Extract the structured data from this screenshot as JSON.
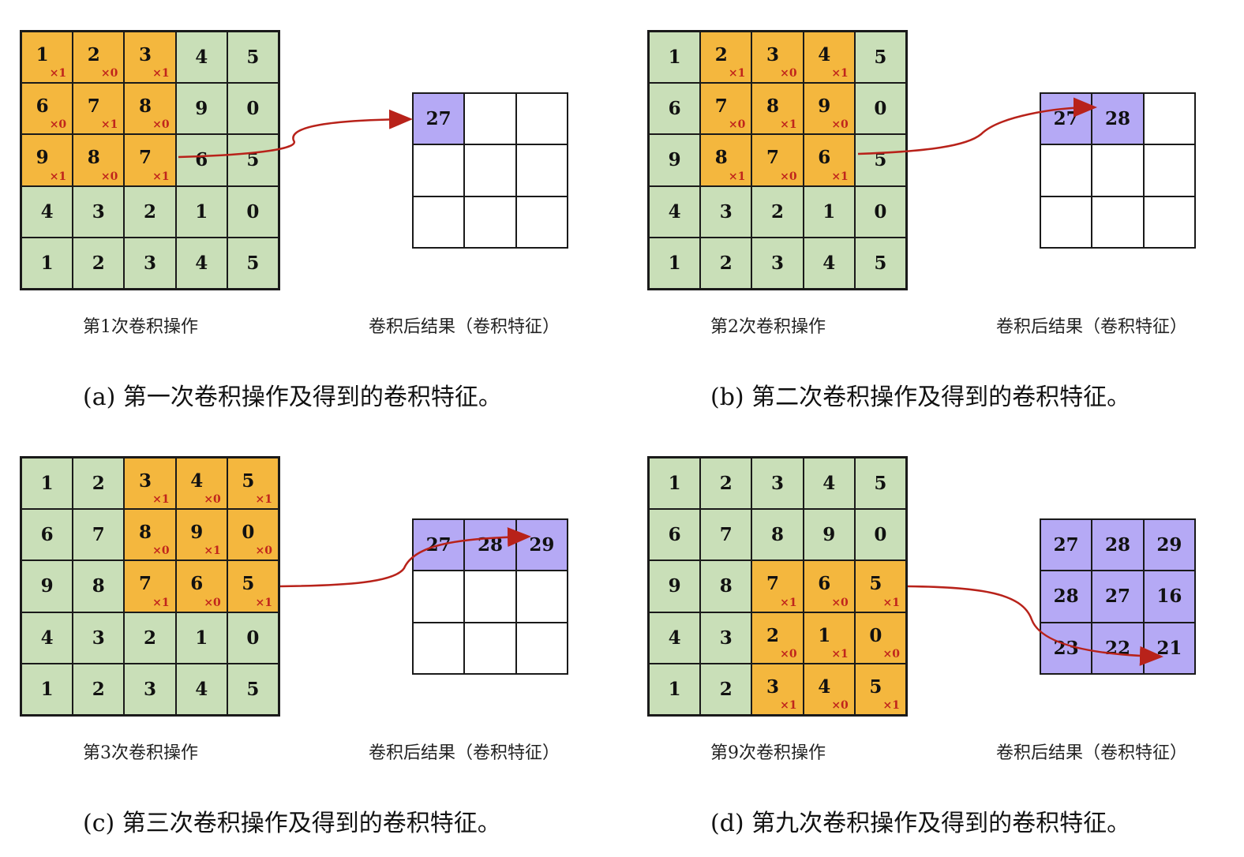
{
  "input_grid": [
    [
      "1",
      "2",
      "3",
      "4",
      "5"
    ],
    [
      "6",
      "7",
      "8",
      "9",
      "0"
    ],
    [
      "9",
      "8",
      "7",
      "6",
      "5"
    ],
    [
      "4",
      "3",
      "2",
      "1",
      "0"
    ],
    [
      "1",
      "2",
      "3",
      "4",
      "5"
    ]
  ],
  "kernel_weights": [
    [
      "×1",
      "×0",
      "×1"
    ],
    [
      "×0",
      "×1",
      "×0"
    ],
    [
      "×1",
      "×0",
      "×1"
    ]
  ],
  "colors": {
    "input_cell": "#c9dfb8",
    "kernel_cell": "#f4b73e",
    "feature_cell": "#b5a9f5",
    "arrow": "#b8221a",
    "weight_text": "#c0251c"
  },
  "panels": [
    {
      "id": "a",
      "kernel_row": 0,
      "kernel_col": 0,
      "output": [
        "27",
        "",
        "",
        "",
        "",
        "",
        "",
        "",
        ""
      ],
      "filled": [
        true,
        false,
        false,
        false,
        false,
        false,
        false,
        false,
        false
      ],
      "label_left": "第1次卷积操作",
      "label_right": "卷积后结果（卷积特征）",
      "caption": "(a) 第一次卷积操作及得到的卷积特征。"
    },
    {
      "id": "b",
      "kernel_row": 0,
      "kernel_col": 1,
      "output": [
        "27",
        "28",
        "",
        "",
        "",
        "",
        "",
        "",
        ""
      ],
      "filled": [
        true,
        true,
        false,
        false,
        false,
        false,
        false,
        false,
        false
      ],
      "label_left": "第2次卷积操作",
      "label_right": "卷积后结果（卷积特征）",
      "caption": "(b) 第二次卷积操作及得到的卷积特征。"
    },
    {
      "id": "c",
      "kernel_row": 0,
      "kernel_col": 2,
      "output": [
        "27",
        "28",
        "29",
        "",
        "",
        "",
        "",
        "",
        ""
      ],
      "filled": [
        true,
        true,
        true,
        false,
        false,
        false,
        false,
        false,
        false
      ],
      "label_left": "第3次卷积操作",
      "label_right": "卷积后结果（卷积特征）",
      "caption": "(c) 第三次卷积操作及得到的卷积特征。"
    },
    {
      "id": "d",
      "kernel_row": 2,
      "kernel_col": 2,
      "output": [
        "27",
        "28",
        "29",
        "28",
        "27",
        "16",
        "23",
        "22",
        "21"
      ],
      "filled": [
        true,
        true,
        true,
        true,
        true,
        true,
        true,
        true,
        true
      ],
      "label_left": "第9次卷积操作",
      "label_right": "卷积后结果（卷积特征）",
      "caption": "(d) 第九次卷积操作及得到的卷积特征。"
    }
  ]
}
